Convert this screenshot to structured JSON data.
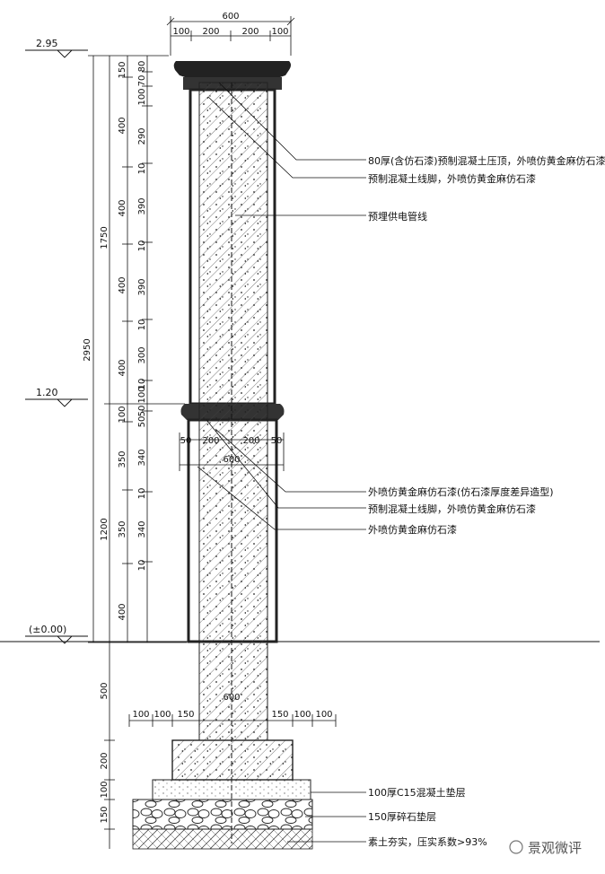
{
  "elevations": {
    "top": "2.95",
    "mid": "1.20",
    "ground": "(±0.00)"
  },
  "top_dims": {
    "overall": "600",
    "segments": [
      "100",
      "200",
      "200",
      "100"
    ]
  },
  "mid_dims": {
    "overall": "600",
    "segments": [
      "50",
      "200",
      "200",
      "50"
    ]
  },
  "footing_dims": {
    "overall": "600",
    "left": [
      "100",
      "100",
      "150"
    ],
    "right": [
      "150",
      "100",
      "100"
    ]
  },
  "left_dims": {
    "total": "2950",
    "upper": "1750",
    "lower": "1200",
    "embed": "500",
    "upper_segments": [
      "150",
      "400",
      "400",
      "400",
      "400"
    ],
    "lower_segments": [
      "100",
      "350",
      "350",
      "400"
    ],
    "footing": [
      "200",
      "100",
      "150"
    ]
  },
  "inner_dims": {
    "upper": [
      "80",
      "70",
      "100",
      "290",
      "10",
      "390",
      "10",
      "390",
      "10",
      "300",
      "10",
      "100"
    ],
    "lower": [
      "50",
      "50",
      "340",
      "10",
      "340",
      "10"
    ]
  },
  "notes": [
    "80厚(含仿石漆)预制混凝土压顶，外喷仿黄金麻仿石漆",
    "预制混凝土线脚，外喷仿黄金麻仿石漆",
    "预埋供电管线",
    "外喷仿黄金麻仿石漆(仿石漆厚度差异造型)",
    "预制混凝土线脚，外喷仿黄金麻仿石漆",
    "外喷仿黄金麻仿石漆",
    "100厚C15混凝土垫层",
    "150厚碎石垫层",
    "素土夯实，压实系数>93%"
  ],
  "watermark": "景观微评"
}
